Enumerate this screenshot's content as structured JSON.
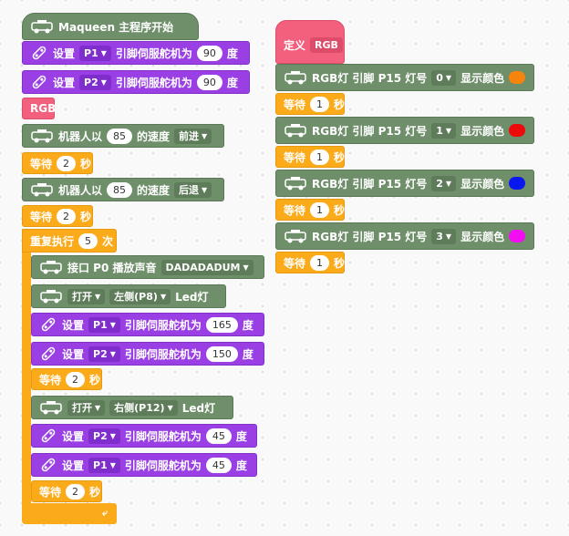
{
  "program": {
    "start": "Maqueen 主程序开始",
    "servo1": {
      "set": "设置",
      "pin": "P1",
      "label": "引脚伺服舵机为",
      "value": "90",
      "unit": "度"
    },
    "servo2": {
      "set": "设置",
      "pin": "P2",
      "label": "引脚伺服舵机为",
      "value": "90",
      "unit": "度"
    },
    "rgb_call": "RGB",
    "move1": {
      "label": "机器人以",
      "speed": "85",
      "label2": "的速度",
      "dir": "前进"
    },
    "wait1": {
      "label": "等待",
      "value": "2",
      "unit": "秒"
    },
    "move2": {
      "label": "机器人以",
      "speed": "85",
      "label2": "的速度",
      "dir": "后退"
    },
    "wait2": {
      "label": "等待",
      "value": "2",
      "unit": "秒"
    },
    "repeat": {
      "label": "重复执行",
      "count": "5",
      "unit": "次"
    },
    "play": {
      "label": "接口 P0 播放声音",
      "melody": "DADADADUM"
    },
    "led1": {
      "state": "打开",
      "side": "左侧(P8)",
      "label": "Led灯"
    },
    "servo3": {
      "set": "设置",
      "pin": "P1",
      "label": "引脚伺服舵机为",
      "value": "165",
      "unit": "度"
    },
    "servo4": {
      "set": "设置",
      "pin": "P2",
      "label": "引脚伺服舵机为",
      "value": "150",
      "unit": "度"
    },
    "wait3": {
      "label": "等待",
      "value": "2",
      "unit": "秒"
    },
    "led2": {
      "state": "打开",
      "side": "右侧(P12)",
      "label": "Led灯"
    },
    "servo5": {
      "set": "设置",
      "pin": "P2",
      "label": "引脚伺服舵机为",
      "value": "45",
      "unit": "度"
    },
    "servo6": {
      "set": "设置",
      "pin": "P1",
      "label": "引脚伺服舵机为",
      "value": "45",
      "unit": "度"
    },
    "wait4": {
      "label": "等待",
      "value": "2",
      "unit": "秒"
    }
  },
  "function": {
    "define": "定义",
    "name": "RGB",
    "rgb_label": "RGB灯 引脚 P15 灯号",
    "show_label": "显示颜色",
    "rows": [
      {
        "index": "0",
        "color": "#f5840c",
        "wait": "等待",
        "sec": "1",
        "unit": "秒"
      },
      {
        "index": "1",
        "color": "#ee0a0a",
        "wait": "等待",
        "sec": "1",
        "unit": "秒"
      },
      {
        "index": "2",
        "color": "#0a18f0",
        "wait": "等待",
        "sec": "1",
        "unit": "秒"
      },
      {
        "index": "3",
        "color": "#f20ef2",
        "wait": "等待",
        "sec": "1",
        "unit": "秒"
      }
    ]
  },
  "colors": {
    "maqueen": "#6e8f6a",
    "servo": "#9a3fe4",
    "control": "#fbaa1a",
    "function": "#f2607d"
  },
  "icons": {
    "maqueen": "maqueen-car-icon",
    "servo": "servo-icon",
    "loop": "loop-arrow-icon",
    "dropdown": "caret-down-icon"
  }
}
